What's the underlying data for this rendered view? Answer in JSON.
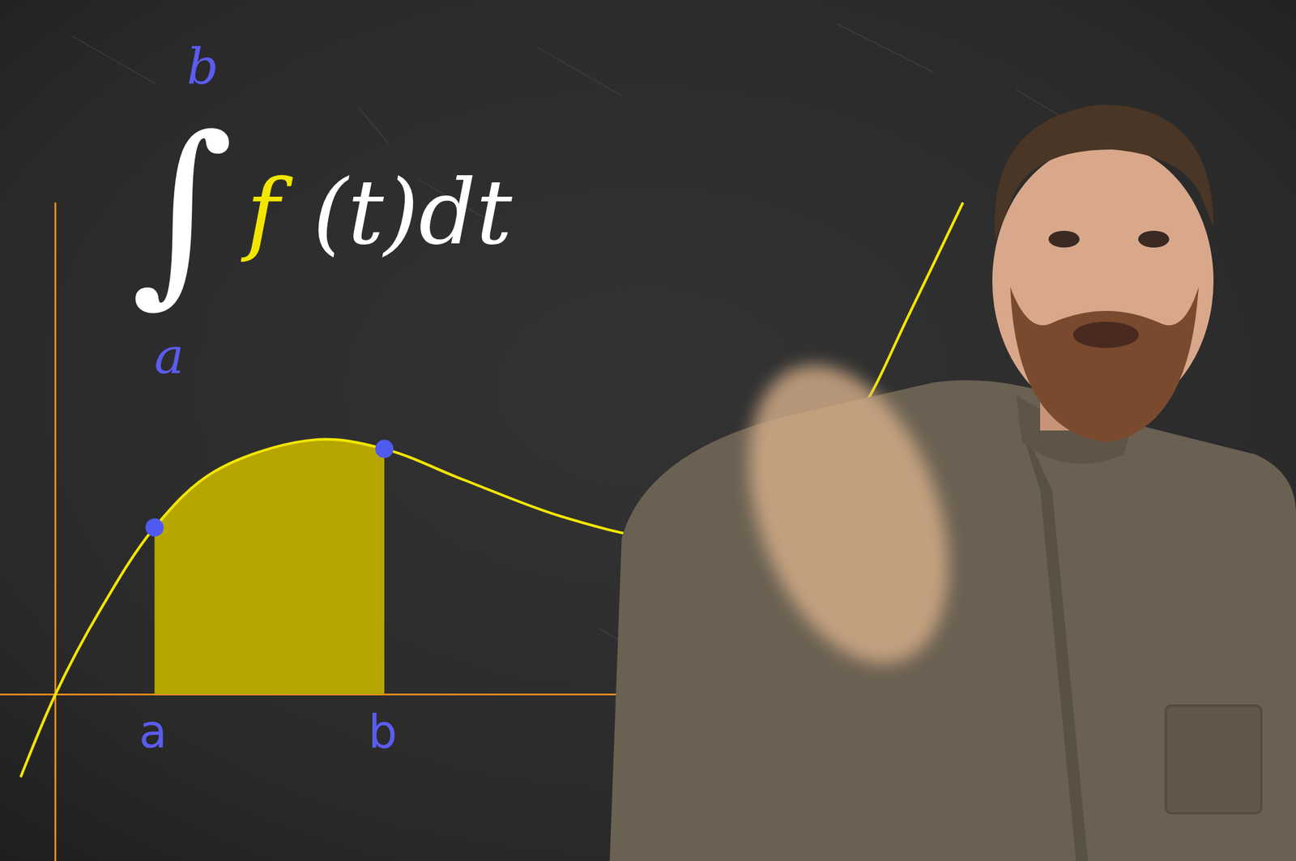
{
  "diagram": {
    "labels": [
      "b",
      "∫",
      "f",
      "(t)dt",
      "a",
      "a",
      "b"
    ]
  }
}
